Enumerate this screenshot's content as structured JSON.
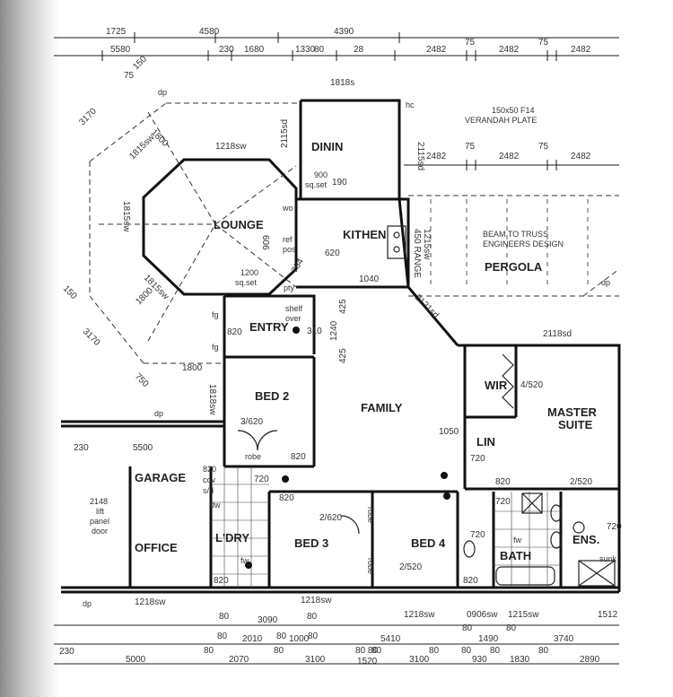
{
  "rooms": {
    "dinin": "DININ",
    "lounge": "LOUNGE",
    "kitchen": "KITHEN",
    "pergola": "PERGOLA",
    "entry": "ENTRY",
    "bed2": "BED 2",
    "family": "FAMILY",
    "wir": "WIR",
    "master1": "MASTER",
    "master2": "SUITE",
    "lin": "LIN",
    "garage": "GARAGE",
    "office": "OFFICE",
    "ldry": "L'DRY",
    "bed3": "BED 3",
    "bed4": "BED 4",
    "bath": "BATH",
    "ens": "ENS."
  },
  "notes": {
    "verandah1": "150x50 F14",
    "verandah2": "VERANDAH PLATE",
    "beam1": "BEAM TO TRUSS",
    "beam2": "ENGINEERS DESIGN",
    "lift1": "2148",
    "lift2": "lift",
    "lift3": "panel",
    "lift4": "door",
    "cov1": "820",
    "cov2": "cov",
    "cov3": "s/d",
    "shelf1": "shelf",
    "shelf2": "over",
    "sqset1": "900",
    "sqset2": "sq.set",
    "sqset3": "1200",
    "sqset4": "sq.set",
    "wo": "wo",
    "ref1": "ref",
    "ref2": "pos",
    "pty": "pty",
    "robe1": "robe",
    "robe2": "robe",
    "robe3": "robe",
    "dp1": "dp",
    "dp2": "dp",
    "dp3": "dp",
    "dp4": "dp",
    "hc": "hc",
    "fg1": "fg",
    "fg2": "fg",
    "fw1": "fw",
    "fw2": "fw",
    "dw": "dw",
    "sunk": "sunk"
  },
  "dims": {
    "t1725": "1725",
    "t4580": "4580",
    "t4390": "4390",
    "t5580": "5580",
    "t230a": "230",
    "t1680": "1680",
    "t1330": "1330",
    "t80a": "80",
    "t28": "28",
    "t2482a": "2482",
    "t2482b": "2482",
    "t2482c": "2482",
    "t75a": "75",
    "t75b": "75",
    "t1818": "1818s",
    "t2115sd": "2115sd",
    "t2115sd2": "2115sd",
    "r2482a": "2482",
    "r2482b": "2482",
    "r2482c": "2482",
    "r75a": "75",
    "r75b": "75",
    "d3170a": "3170",
    "d3170b": "3170",
    "d1800a": "1800",
    "d1800b": "1800",
    "d1815a": "1815sw",
    "d1815b": "1815sw",
    "d1815c": "1815sw",
    "d75a": "75",
    "d150a": "150",
    "d150b": "150",
    "d750": "750",
    "w1218a": "1218sw",
    "w1218b": "1218sw",
    "w1218c": "1218sw",
    "w1818sw": "1818sw",
    "k620": "620",
    "k1040": "1040",
    "k764": "764",
    "k606": "606",
    "k450": "450 RANGE",
    "k1215": "1215sw",
    "k2121": "2121sd",
    "k2118": "2118sd",
    "k190": "190",
    "e820": "820",
    "e425a": "425",
    "e425b": "425",
    "e1240": "1240",
    "e310": "310",
    "b1800": "1800",
    "b3620": "3/620",
    "b820a": "820",
    "b720a": "720",
    "b820b": "820",
    "f1050": "1050",
    "f720": "720",
    "f820": "820",
    "m4520": "4/520",
    "m2520": "2/520",
    "g230": "230",
    "g5500": "5500",
    "l820": "820",
    "b2620": "2/620",
    "b2520": "2/520",
    "bt720a": "720",
    "bt720b": "720",
    "bt720c": "720",
    "bt820": "820",
    "s1218": "1218sw",
    "s0906": "0906sw",
    "s1215": "1215sw",
    "s1512": "1512",
    "bot80a": "80",
    "bot3090": "3090",
    "bot80b": "80",
    "bot2010": "2010",
    "bot1000": "1000",
    "bot80c": "80",
    "bot5410": "5410",
    "bot80d": "80",
    "bot1490": "1490",
    "bot80e": "80",
    "bot3740": "3740",
    "bot230": "230",
    "bot5000": "5000",
    "bot80f": "80",
    "bot2070": "2070",
    "bot80g": "80",
    "bot3100a": "3100",
    "bot8080": "80 80",
    "bot1520": "1520",
    "bot3100b": "3100",
    "bot80h": "80",
    "bot930": "930",
    "bot80i": "80",
    "bot1830": "1830",
    "bot80j": "80",
    "bot2890": "2890",
    "bot80k": "80",
    "bot80l": "80",
    "bot80m": "80",
    "bot80n": "80"
  }
}
